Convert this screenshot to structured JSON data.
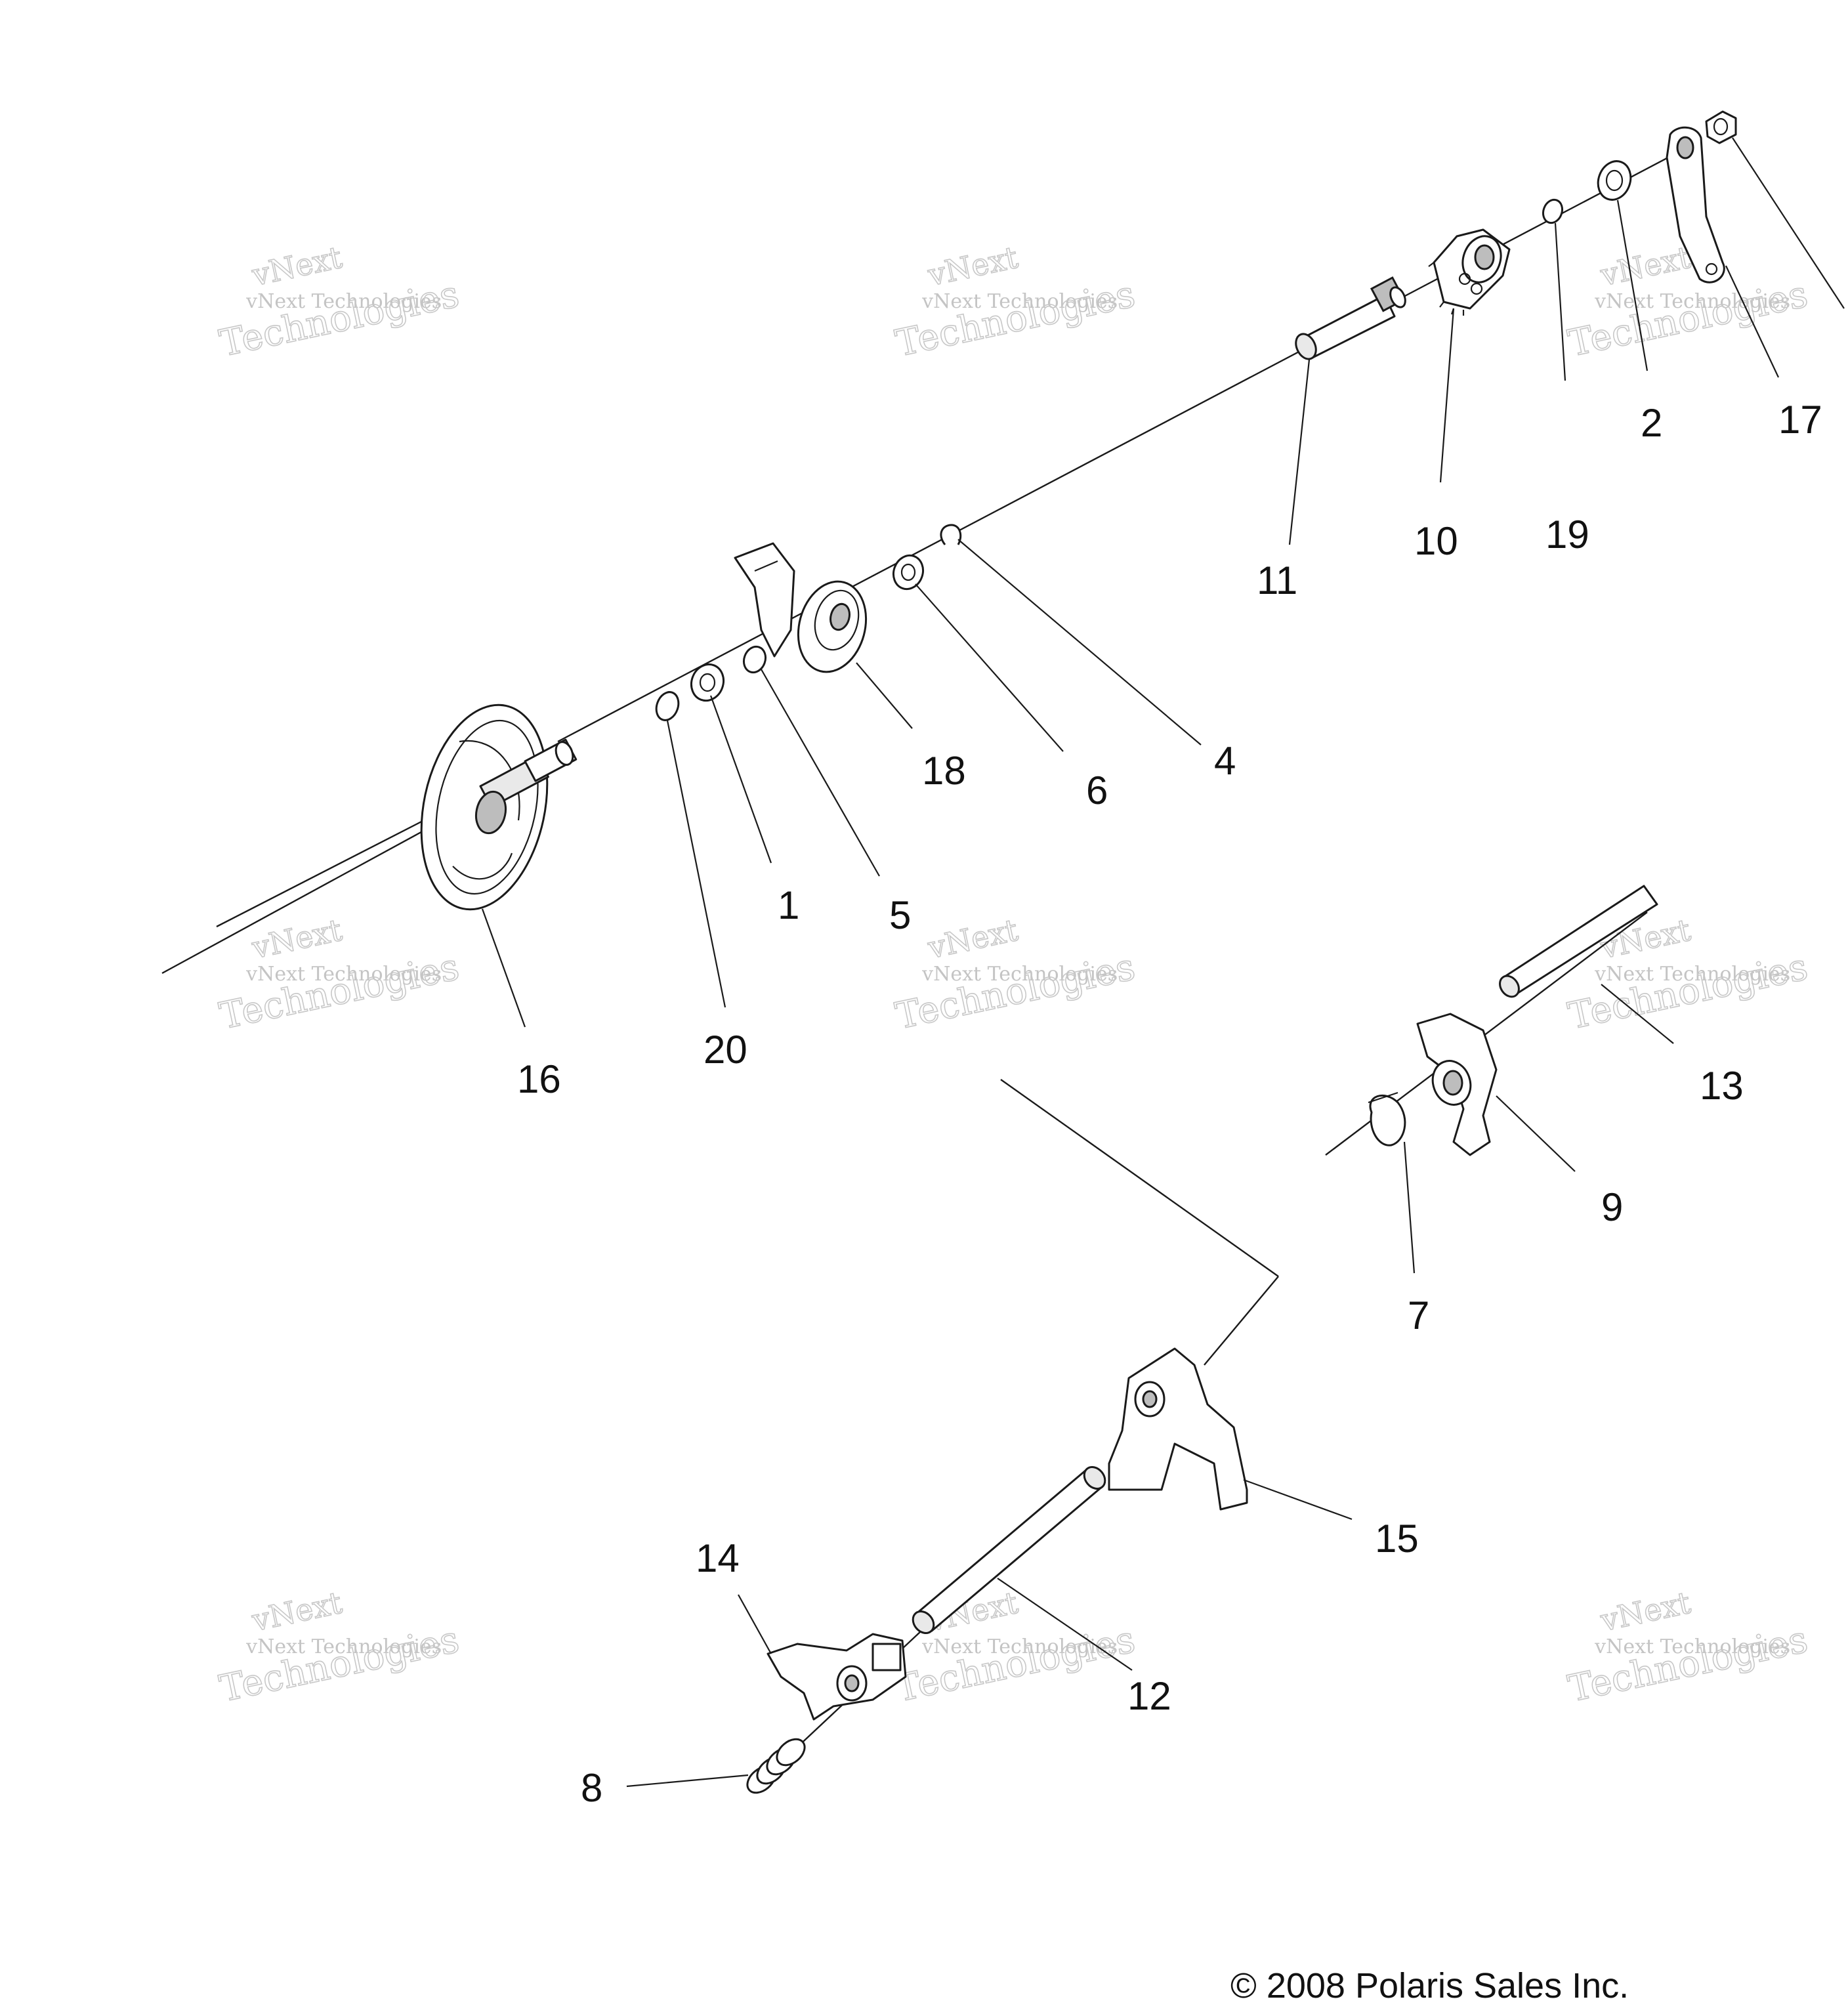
{
  "diagram": {
    "callouts": [
      {
        "id": "1",
        "label": "1"
      },
      {
        "id": "2",
        "label": "2"
      },
      {
        "id": "4",
        "label": "4"
      },
      {
        "id": "5",
        "label": "5"
      },
      {
        "id": "6",
        "label": "6"
      },
      {
        "id": "7",
        "label": "7"
      },
      {
        "id": "8",
        "label": "8"
      },
      {
        "id": "9",
        "label": "9"
      },
      {
        "id": "10",
        "label": "10"
      },
      {
        "id": "11",
        "label": "11"
      },
      {
        "id": "12",
        "label": "12"
      },
      {
        "id": "13",
        "label": "13"
      },
      {
        "id": "14",
        "label": "14"
      },
      {
        "id": "15",
        "label": "15"
      },
      {
        "id": "16",
        "label": "16"
      },
      {
        "id": "17",
        "label": "17"
      },
      {
        "id": "18",
        "label": "18"
      },
      {
        "id": "19",
        "label": "19"
      },
      {
        "id": "20",
        "label": "20"
      }
    ]
  },
  "watermark": {
    "line1": "vNext",
    "line2": "vNext Technologies",
    "line3": "Technologies"
  },
  "footer": {
    "copyright_symbol": "©",
    "copyright_text": "2008 Polaris Sales Inc."
  }
}
